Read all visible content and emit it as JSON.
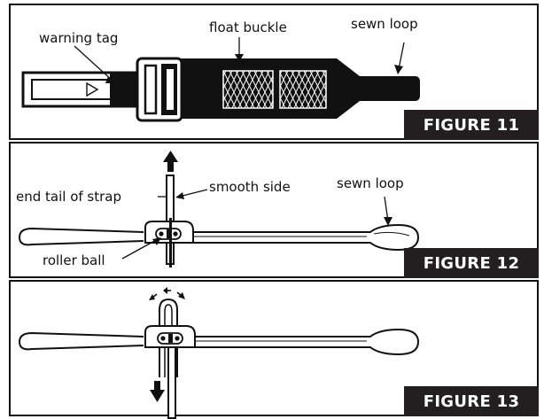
{
  "figures": [
    {
      "badge": "FIGURE 11",
      "labels": {
        "warning_tag": "warning tag",
        "float_buckle": "float buckle",
        "sewn_loop": "sewn loop"
      }
    },
    {
      "badge": "FIGURE 12",
      "labels": {
        "end_tail": "end tail of strap",
        "smooth_side": "smooth side",
        "sewn_loop": "sewn loop",
        "roller_ball": "roller ball"
      }
    },
    {
      "badge": "FIGURE 13"
    }
  ],
  "colors": {
    "ink": "#111111",
    "badge_bg": "#231f20",
    "badge_text": "#ffffff"
  },
  "icons": [
    "warning-triangle-icon",
    "up-arrow-icon",
    "down-arrow-icon",
    "spread-arrows-icon"
  ]
}
